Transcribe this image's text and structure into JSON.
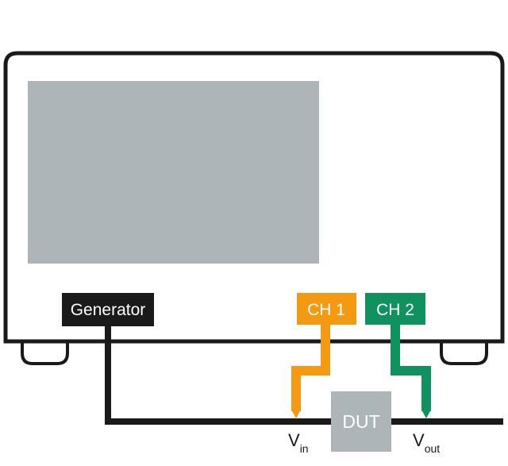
{
  "diagram": {
    "title": "Oscilloscope measurement setup with generator and DUT",
    "instrument": {
      "name": "oscilloscope",
      "screen_color": "#aeb5b9",
      "frame_color": "#1a1a1a"
    },
    "generator": {
      "label": "Generator",
      "color": "#1a1a1a"
    },
    "channels": [
      {
        "label": "CH 1",
        "color": "#f39a12",
        "probe_point": "V_in"
      },
      {
        "label": "CH 2",
        "color": "#0f9160",
        "probe_point": "V_out"
      }
    ],
    "dut": {
      "label": "DUT",
      "color": "#aeb5b9"
    },
    "voltages": [
      {
        "main": "V",
        "sub": "in"
      },
      {
        "main": "V",
        "sub": "out"
      }
    ]
  }
}
